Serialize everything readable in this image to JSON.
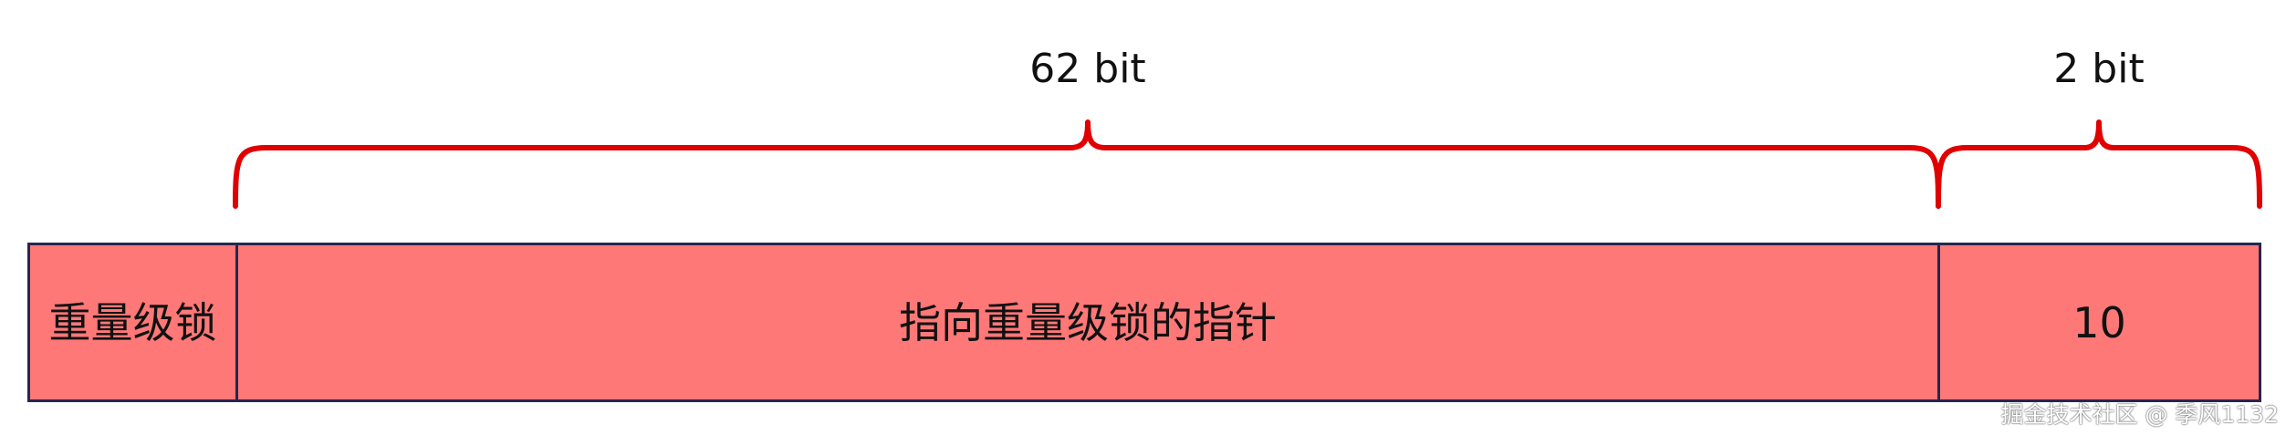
{
  "diagram": {
    "braces": [
      {
        "label": "62 bit"
      },
      {
        "label": "2 bit"
      }
    ],
    "cells": [
      {
        "text": "重量级锁"
      },
      {
        "text": "指向重量级锁的指针"
      },
      {
        "text": "10"
      }
    ],
    "colors": {
      "brace": "#e00000",
      "cell_fill": "#ff7878",
      "cell_border": "#26264d"
    }
  },
  "watermark": "掘金技术社区 @ 季风1132"
}
